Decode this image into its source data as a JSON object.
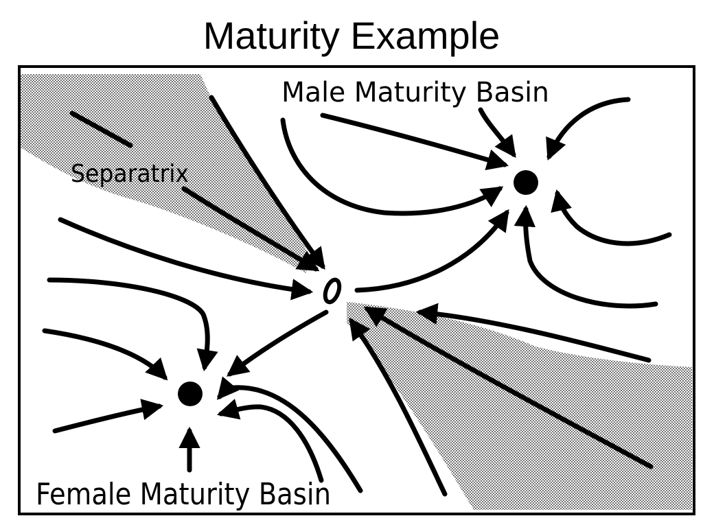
{
  "title": "Maturity Example",
  "labels": {
    "male_basin": "Male Maturity  Basin",
    "separatrix": "Separatrix",
    "female_basin": "Female Maturity Basin"
  },
  "colors": {
    "ink": "#000000",
    "background": "#ffffff"
  }
}
